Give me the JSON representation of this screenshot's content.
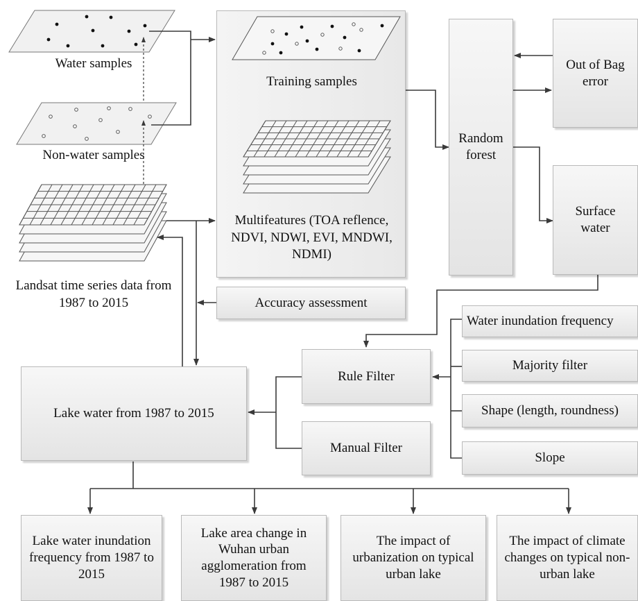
{
  "inputs": {
    "water_samples": "Water samples",
    "non_water_samples": "Non-water samples",
    "landsat_data": "Landsat time series data from 1987 to 2015"
  },
  "training": {
    "training_samples": "Training samples",
    "multifeatures": "Multifeatures (TOA reflence, NDVI, NDWI, EVI, MNDWI, NDMI)"
  },
  "classifier": {
    "random_forest": "Random forest",
    "out_of_bag_error": "Out of Bag error",
    "surface_water": "Surface water"
  },
  "accuracy_assessment": "Accuracy assessment",
  "filters": {
    "rule_filter": "Rule Filter",
    "manual_filter": "Manual Filter",
    "rules": [
      "Water inundation frequency",
      "Majority filter",
      "Shape (length, roundness)",
      "Slope"
    ]
  },
  "lake_water": "Lake water from 1987 to 2015",
  "outputs": [
    "Lake water inundation frequency from 1987 to 2015",
    "Lake area change in Wuhan urban agglomeration from 1987 to 2015",
    "The impact of urbanization on typical urban lake",
    "The impact of climate changes on typical non-urban lake"
  ],
  "colors": {
    "box_top": "#f7f7f7",
    "box_bottom": "#e4e4e4",
    "box_border": "#b9b9b9",
    "arrow": "#3a3a3a"
  }
}
